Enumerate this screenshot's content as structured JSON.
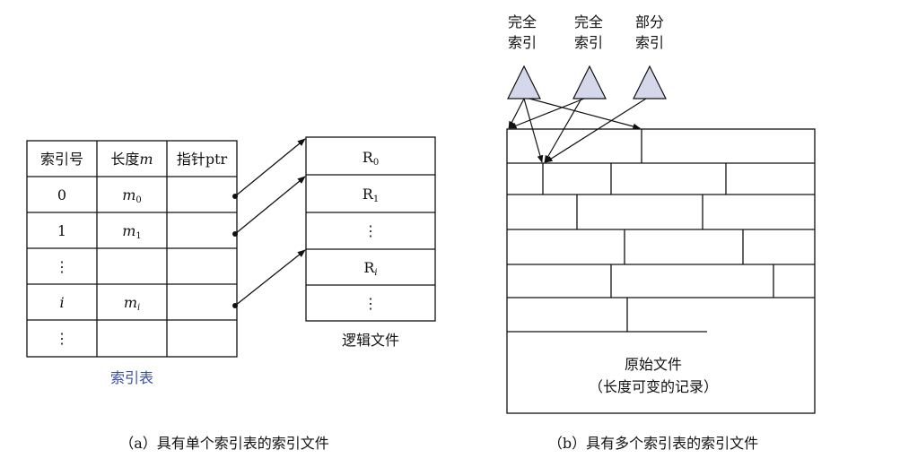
{
  "left": {
    "table": {
      "headers": [
        "索引号",
        "长度m",
        "指针ptr"
      ],
      "rows": [
        {
          "index": "0",
          "length": "m0"
        },
        {
          "index": "1",
          "length": "m1"
        },
        {
          "index": "⋮",
          "length": ""
        },
        {
          "index": "i",
          "length": "mi"
        },
        {
          "index": "⋮",
          "length": ""
        }
      ],
      "label": "索引表"
    },
    "logical_file": {
      "cells": [
        "",
        "R0",
        "R1",
        "⋮",
        "Ri",
        "⋮"
      ],
      "label": "逻辑文件"
    },
    "caption": "（a）具有单个索引表的索引文件"
  },
  "right": {
    "indexes": [
      {
        "line1": "完全",
        "line2": "索引"
      },
      {
        "line1": "完全",
        "line2": "索引"
      },
      {
        "line1": "部分",
        "line2": "索引"
      }
    ],
    "file_label_1": "原始文件",
    "file_label_2": "（长度可变的记录）",
    "caption": "（b）具有多个索引表的索引文件"
  },
  "colors": {
    "triangle_fill": "#d4d8ea",
    "label_blue": "#3a4fa0"
  }
}
